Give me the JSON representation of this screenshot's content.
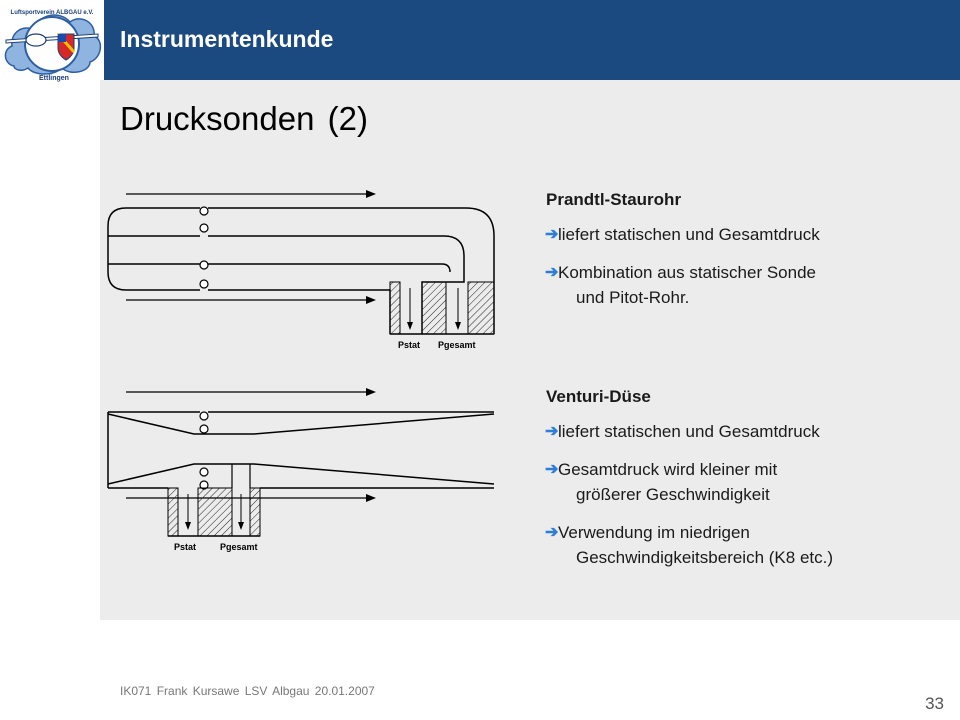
{
  "header": {
    "title": "Instrumentenkunde",
    "logo_text_top": "Luftsportverein ALBGAU e.V.",
    "logo_text_bottom": "Ettlingen"
  },
  "slide": {
    "title": "Drucksonden (2)"
  },
  "diagram_prandtl": {
    "label_pstat": "Pstat",
    "label_pgesamt": "Pgesamt"
  },
  "diagram_venturi": {
    "label_pstat": "Pstat",
    "label_pgesamt": "Pgesamt"
  },
  "block_prandtl": {
    "heading": "Prandtl-Staurohr",
    "bullets": [
      {
        "line1": "liefert statischen und Gesamtdruck",
        "line2": ""
      },
      {
        "line1": "Kombination aus statischer Sonde",
        "line2": "und Pitot-Rohr."
      }
    ]
  },
  "block_venturi": {
    "heading": "Venturi-Düse",
    "bullets": [
      {
        "line1": "liefert statischen und Gesamtdruck",
        "line2": ""
      },
      {
        "line1": "Gesamtdruck wird kleiner mit",
        "line2": "größerer Geschwindigkeit"
      },
      {
        "line1": "Verwendung im niedrigen",
        "line2": "Geschwindigkeitsbereich (K8 etc.)"
      }
    ]
  },
  "footer": {
    "text": "IK071 Frank Kursawe LSV Albgau 20.01.2007",
    "page_number": "33"
  },
  "colors": {
    "header_band": "#1a4a7f",
    "content_bg": "#ececec",
    "bullet_arrow": "#2e7dd7"
  },
  "icons": {
    "bullet": "arrow-right-icon",
    "logo": "club-logo-glider-icon"
  }
}
